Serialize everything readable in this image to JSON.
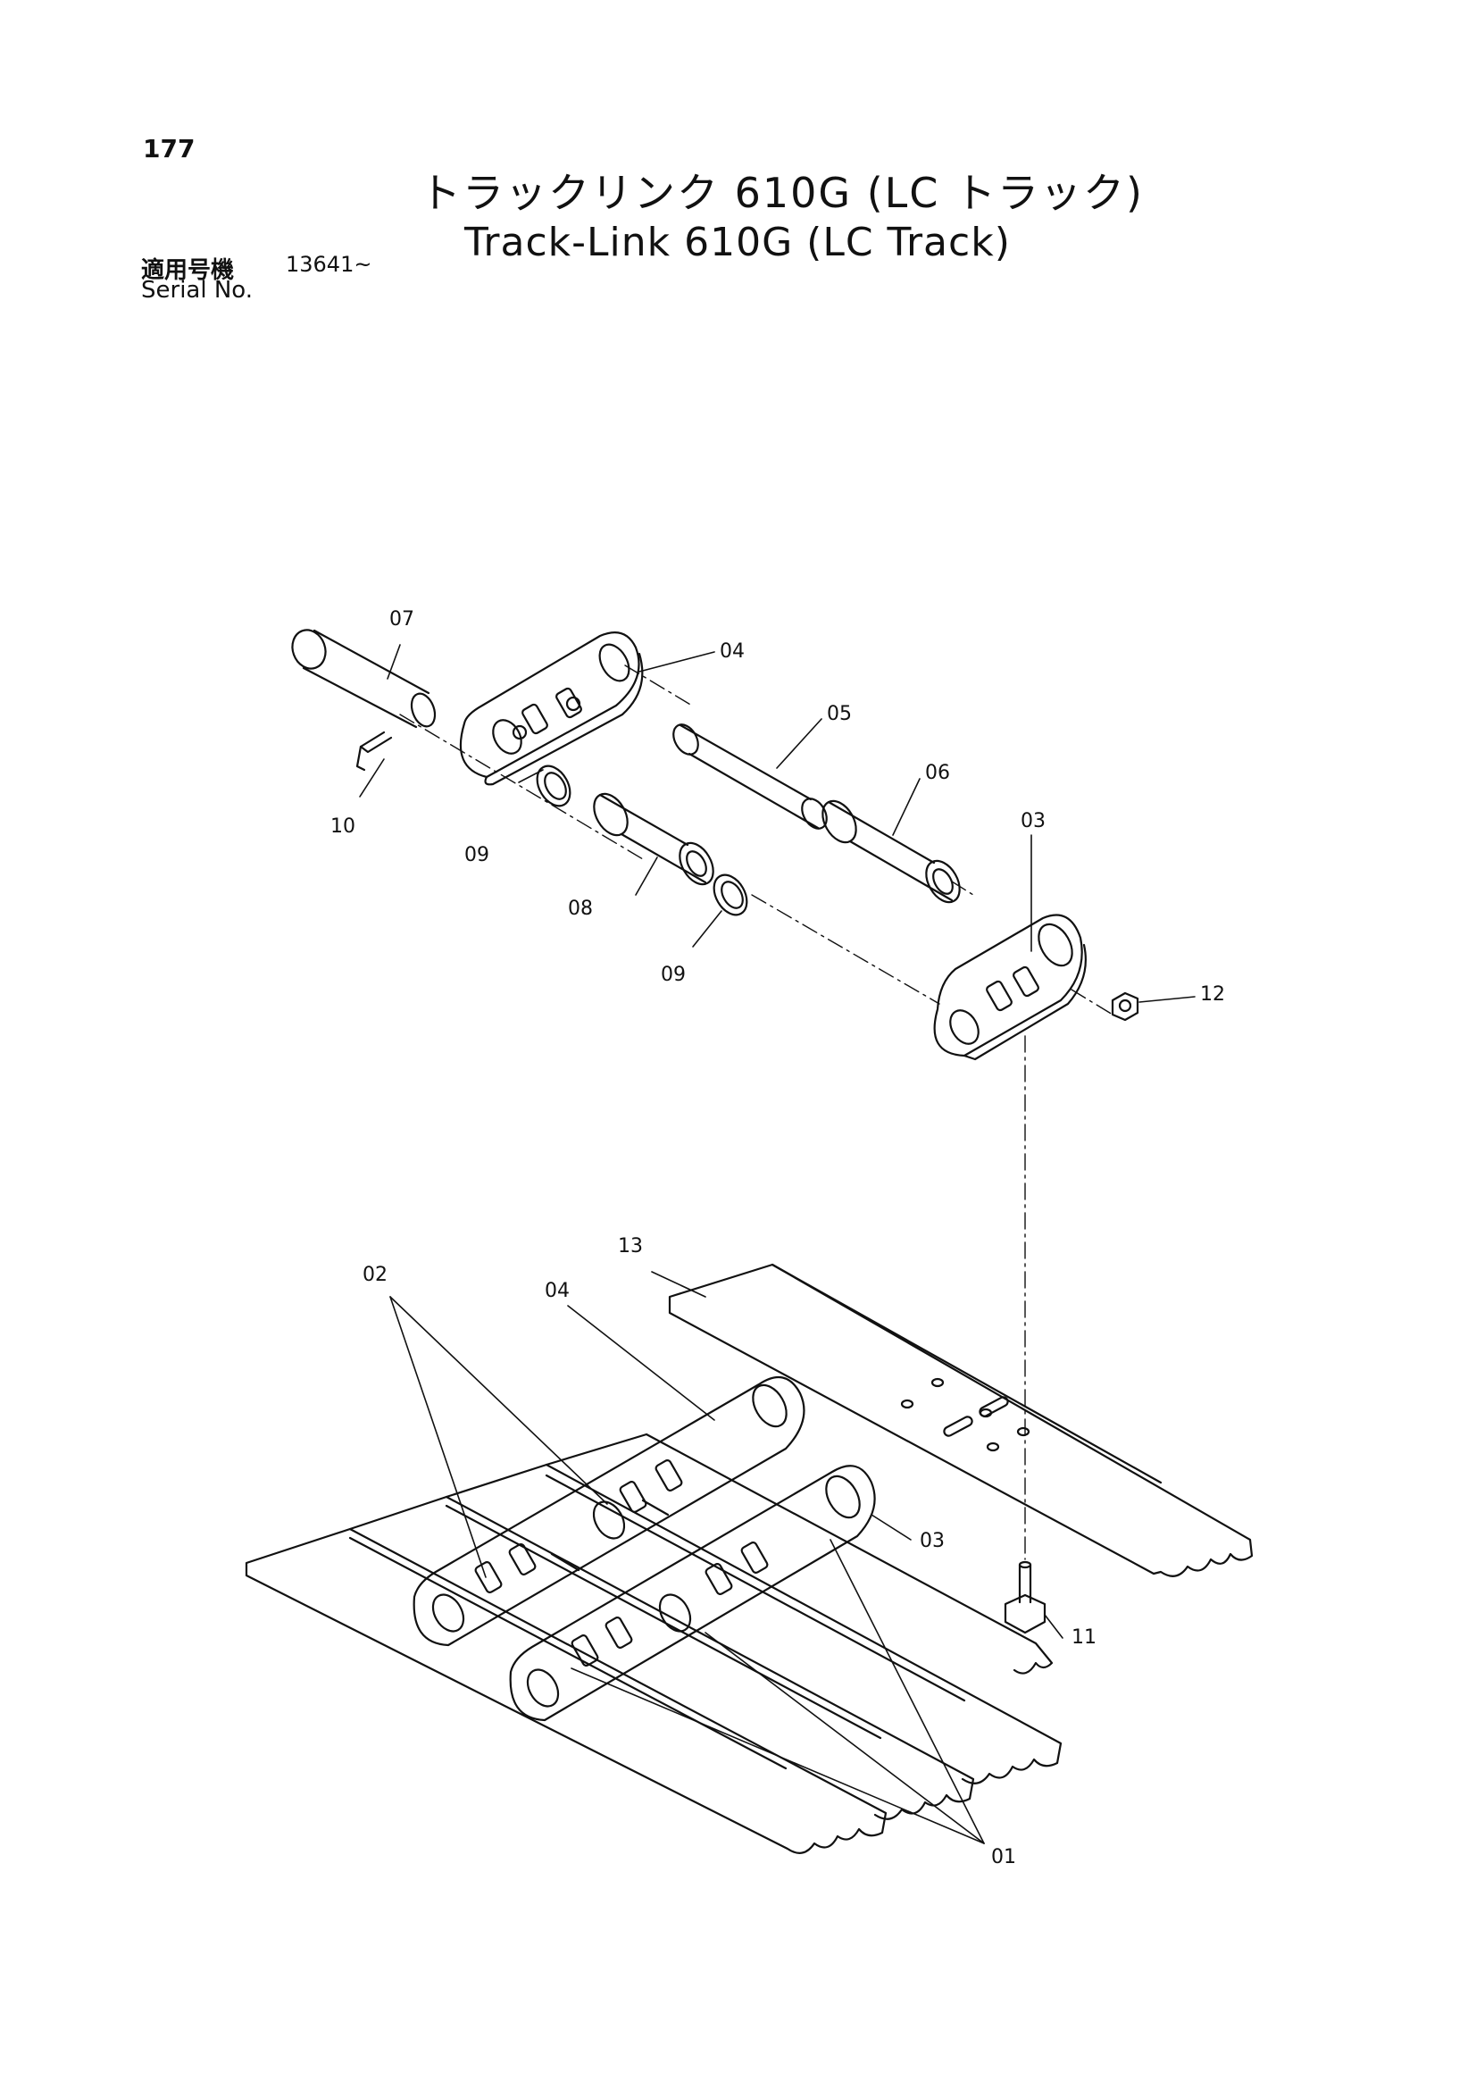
{
  "page_number": "177",
  "title_ja": "トラックリンク 610G (LC トラック)",
  "title_en": "Track-Link 610G (LC Track)",
  "serial": {
    "label_ja": "適用号機",
    "value": "13641~",
    "label_en": "Serial No."
  },
  "callouts": {
    "p01": "01",
    "p02": "02",
    "p03_top": "03",
    "p03_bottom": "03",
    "p04_top": "04",
    "p04_bottom": "04",
    "p05": "05",
    "p06": "06",
    "p07": "07",
    "p08": "08",
    "p09_a": "09",
    "p09_b": "09",
    "p10": "10",
    "p11": "11",
    "p12": "12",
    "p13": "13"
  }
}
